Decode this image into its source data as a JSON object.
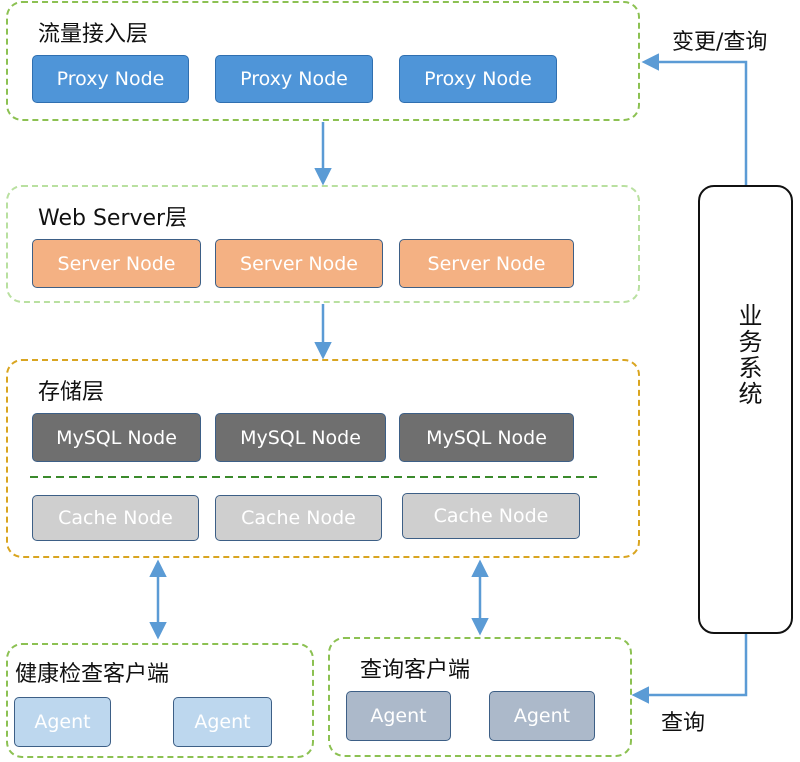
{
  "layers": {
    "traffic": {
      "title": "流量接入层",
      "nodes": [
        "Proxy Node",
        "Proxy Node",
        "Proxy Node"
      ]
    },
    "web": {
      "title": "Web Server层",
      "nodes": [
        "Server Node",
        "Server Node",
        "Server Node"
      ]
    },
    "storage": {
      "title": "存储层",
      "mysql_nodes": [
        "MySQL Node",
        "MySQL Node",
        "MySQL Node"
      ],
      "cache_nodes": [
        "Cache Node",
        "Cache Node",
        "Cache Node"
      ]
    }
  },
  "clients": {
    "health": {
      "title": "健康检查客户端",
      "agents": [
        "Agent",
        "Agent"
      ]
    },
    "query": {
      "title": "查询客户端",
      "agents": [
        "Agent",
        "Agent"
      ]
    }
  },
  "business_system": {
    "label": "业务系统"
  },
  "edge_labels": {
    "change_query": "变更/查询",
    "query": "查询"
  },
  "colors": {
    "arrow": "#5b9bd5",
    "proxy": "#4f95d8",
    "server": "#f4b183",
    "mysql": "#6f6f6f",
    "cache": "#cfcfcf",
    "agent_light": "#bdd7ee",
    "agent_gray": "#acb9ca"
  }
}
